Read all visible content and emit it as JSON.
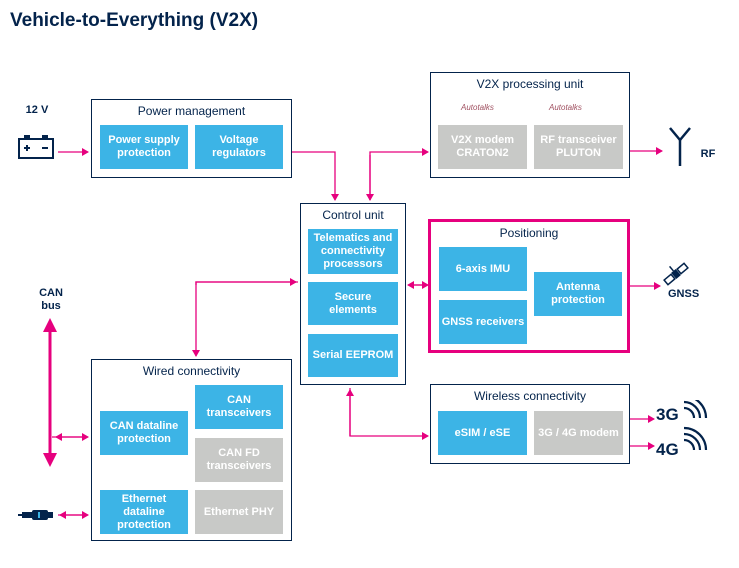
{
  "title": "Vehicle-to-Everything (V2X)",
  "inputs": {
    "power": "12 V",
    "can": "CAN bus"
  },
  "power_management": {
    "title": "Power management",
    "blocks": [
      "Power supply protection",
      "Voltage regulators"
    ]
  },
  "v2x_processing": {
    "title": "V2X processing unit",
    "logos": [
      "Autotalks",
      "Autotalks"
    ],
    "blocks": [
      "V2X modem CRATON2",
      "RF transceiver PLUTON"
    ]
  },
  "control_unit": {
    "title": "Control unit",
    "blocks": [
      "Telematics and connectivity processors",
      "Secure elements",
      "Serial EEPROM"
    ]
  },
  "positioning": {
    "title": "Positioning",
    "blocks": [
      "6-axis IMU",
      "GNSS receivers",
      "Antenna protection"
    ]
  },
  "wired": {
    "title": "Wired connectivity",
    "blocks": [
      "CAN dataline protection",
      "CAN transceivers",
      "CAN FD transceivers",
      "Ethernet dataline protection",
      "Ethernet PHY"
    ]
  },
  "wireless": {
    "title": "Wireless connectivity",
    "blocks": [
      "eSIM / eSE",
      "3G / 4G modem"
    ]
  },
  "outputs": {
    "rf": "RF",
    "gnss": "GNSS",
    "g3": "3G",
    "g4": "4G"
  },
  "colors": {
    "navy": "#03234b",
    "blue": "#3cb4e6",
    "grey": "#c8c9c7",
    "magenta": "#e6007e"
  }
}
